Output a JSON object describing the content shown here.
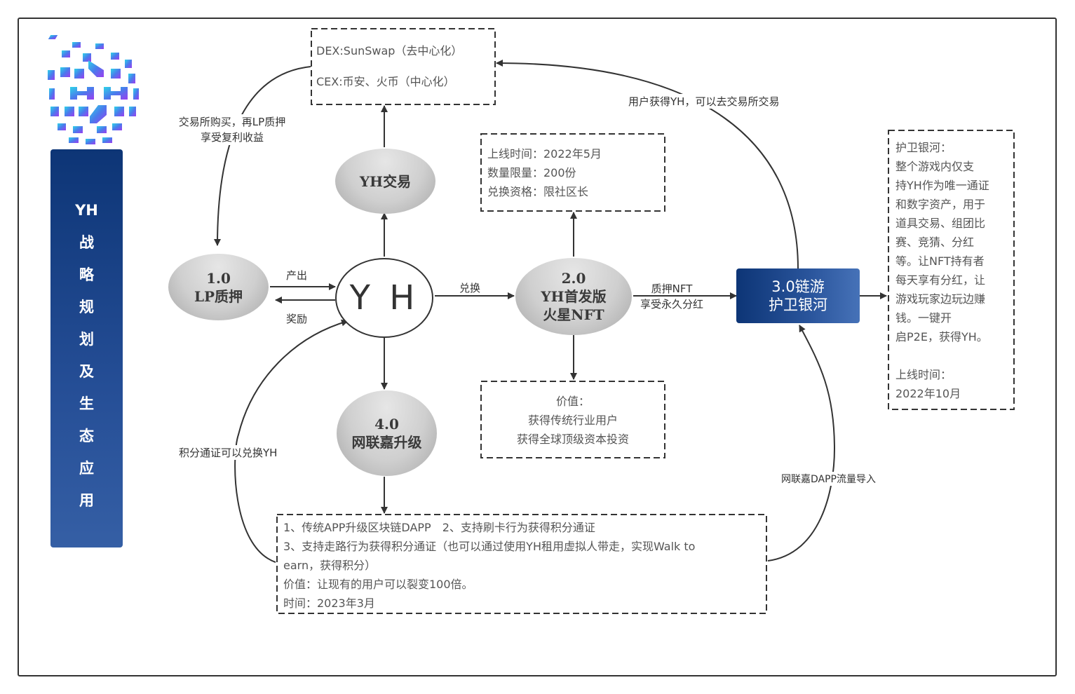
{
  "sidebar": {
    "title_lines": [
      "YH",
      "战",
      "略",
      "规",
      "划",
      "及",
      "生",
      "态",
      "应",
      "用"
    ]
  },
  "logo": {
    "icon": "globe-logo-icon",
    "colors": [
      "#2fd3e8",
      "#4a7bec",
      "#9a3ff0"
    ]
  },
  "nodes": {
    "center": {
      "label": "Y H"
    },
    "trade": {
      "lines": [
        "YH交易"
      ]
    },
    "lp": {
      "lines": [
        "1.0",
        "LP质押"
      ]
    },
    "nft": {
      "lines": [
        "2.0",
        "YH首发版",
        "火星NFT"
      ]
    },
    "game": {
      "lines": [
        "3.0链游",
        "护卫银河"
      ]
    },
    "upgrade": {
      "lines": [
        "4.0",
        "网联嘉升级"
      ]
    }
  },
  "boxes": {
    "exchange": {
      "lines": [
        "DEX:SunSwap（去中心化）",
        "CEX:币安、火币（中心化）"
      ]
    },
    "nft_info": {
      "lines": [
        "上线时间：2022年5月",
        "数量限量：200份",
        "兑换资格：限社区长"
      ]
    },
    "nft_value": {
      "lines": [
        "价值：",
        "获得传统行业用户",
        "获得全球顶级资本投资"
      ]
    },
    "game_info": {
      "lines": [
        "护卫银河：",
        "整个游戏内仅支",
        "持YH作为唯一通证",
        "和数字资产，用于",
        "道具交易、组团比",
        "赛、竞猜、分红",
        "等。让NFT持有者",
        "每天享有分红，让",
        "游戏玩家边玩边赚",
        "钱。一键开",
        "启P2E，获得YH。",
        "",
        "上线时间：",
        "2022年10月"
      ]
    },
    "upgrade_info": {
      "lines": [
        "1、传统APP升级区块链DAPP　2、支持刷卡行为获得积分通证",
        "3、支持走路行为获得积分通证（也可以通过使用YH租用虚拟人带走，实现Walk to",
        "earn，获得积分）",
        "价值：让现有的用户可以裂变100倍。",
        "时间：2023年3月"
      ]
    }
  },
  "edge_labels": {
    "buy_lp": [
      "交易所购买，再LP质押",
      "享受复利收益"
    ],
    "produce": "产出",
    "reward": "奖励",
    "exchange": "兑换",
    "stake_nft": [
      "质押NFT",
      "享受永久分红"
    ],
    "user_trade": "用户获得YH，可以去交易所交易",
    "points": "积分通证可以兑换YH",
    "dapp_traffic": "网联嘉DAPP流量导入"
  }
}
